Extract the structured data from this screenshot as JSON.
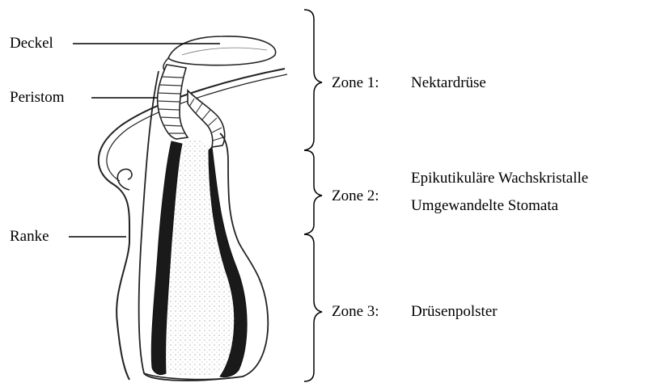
{
  "parts": {
    "lid": "Deckel",
    "peristome": "Peristom",
    "tendril": "Ranke"
  },
  "zones": [
    {
      "name": "Zone 1:",
      "lines": [
        "Nektardrüse"
      ]
    },
    {
      "name": "Zone 2:",
      "lines": [
        "Epikutikuläre Wachskristalle",
        "Umgewandelte Stomata"
      ]
    },
    {
      "name": "Zone 3:",
      "lines": [
        "Drüsenpolster"
      ]
    }
  ]
}
